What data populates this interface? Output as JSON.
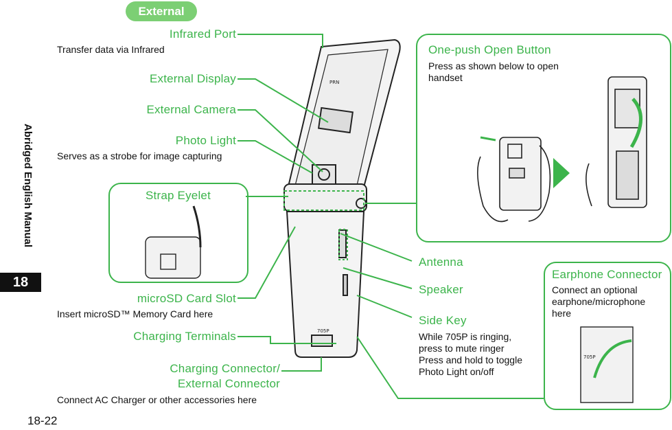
{
  "section_pill": "External",
  "sidebar_title": "Abridged English Manual",
  "chapter_number": "18",
  "page_number": "18-22",
  "labels": {
    "infrared_port": "Infrared Port",
    "infrared_desc": "Transfer data via Infrared",
    "external_display": "External Display",
    "external_camera": "External Camera",
    "photo_light": "Photo Light",
    "photo_light_desc": "Serves as a strobe for image capturing",
    "strap_eyelet": "Strap Eyelet",
    "microsd_slot": "microSD Card Slot",
    "microsd_desc": "Insert microSD™ Memory Card here",
    "charging_terminals": "Charging Terminals",
    "charging_connector_line1": "Charging Connector/",
    "charging_connector_line2": "External Connector",
    "charging_connector_desc": "Connect AC Charger or other accessories here",
    "one_push": "One-push Open Button",
    "one_push_desc_line1": "Press as shown below to open",
    "one_push_desc_line2": "handset",
    "antenna": "Antenna",
    "speaker": "Speaker",
    "side_key": "Side Key",
    "side_key_desc": [
      "While 705P is ringing,",
      "press to mute ringer",
      "Press and hold to toggle",
      "Photo Light on/off"
    ],
    "earphone": "Earphone Connector",
    "earphone_desc": [
      "Connect an optional",
      "earphone/microphone",
      "here"
    ],
    "phone_model": "705P"
  },
  "colors": {
    "accent_green": "#3cb44b",
    "pill_green": "#7ccf74",
    "chapter_bg": "#111111"
  }
}
